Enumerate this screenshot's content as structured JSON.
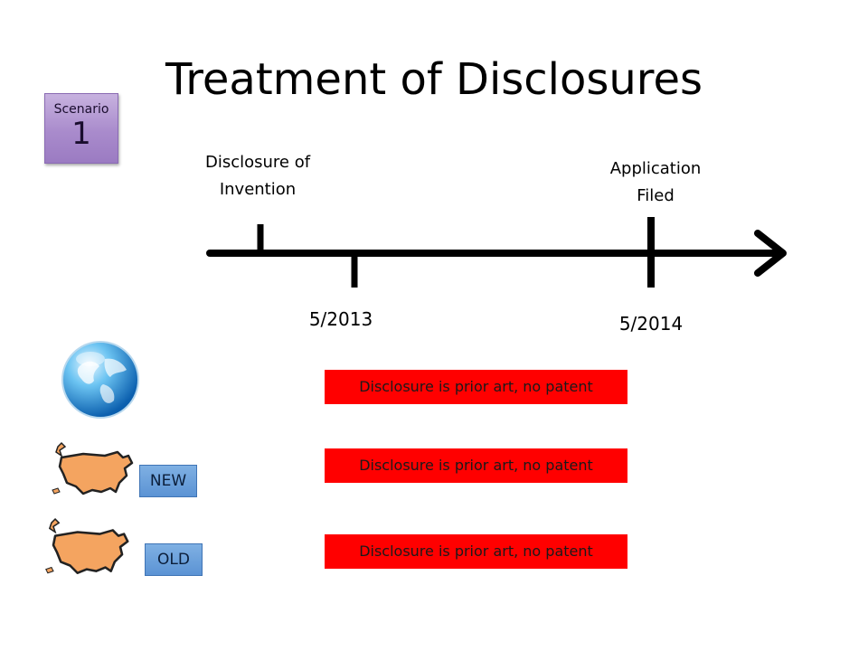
{
  "title": "Treatment of Disclosures",
  "scenario": {
    "label": "Scenario",
    "number": "1"
  },
  "timeline": {
    "markers": [
      {
        "label": "Disclosure of Invention",
        "date": "5/2013"
      },
      {
        "label": "Application Filed",
        "date": "5/2014"
      }
    ]
  },
  "rows": [
    {
      "icon": "globe-icon",
      "tag": "",
      "result": "Disclosure is prior art, no patent"
    },
    {
      "icon": "us-map-icon",
      "tag": "NEW",
      "result": "Disclosure is prior art, no patent"
    },
    {
      "icon": "us-map-icon",
      "tag": "OLD",
      "result": "Disclosure is prior art, no patent"
    }
  ],
  "colors": {
    "result_box": "#ff0000",
    "tag_box": "#5b93d4",
    "scenario_box": "#a98bcc",
    "map_fill": "#f4a460"
  }
}
